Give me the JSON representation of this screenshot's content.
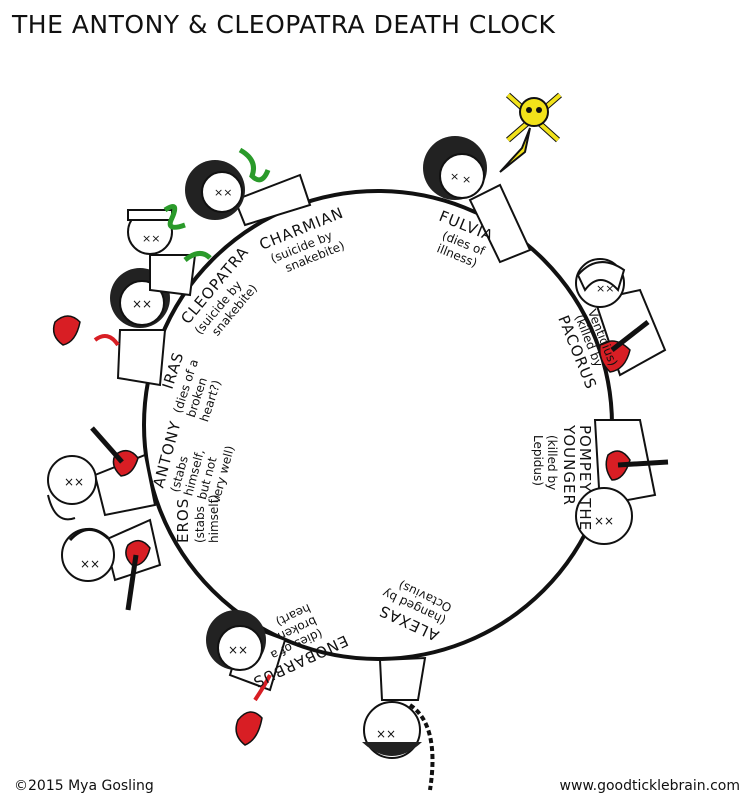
{
  "title": "THE ANTONY & CLEOPATRA DEATH CLOCK",
  "footer": {
    "copyright": "©2015 Mya Gosling",
    "website": "www.goodticklebrain.com"
  },
  "colors": {
    "blood": "#d81e24",
    "snake": "#2a9a2a",
    "poison": "#f2e21a",
    "ink": "#111111"
  },
  "characters": [
    {
      "name": "FULVIA",
      "death": [
        "(dies of",
        "illness)"
      ],
      "icon": "skull-crossbones-icon"
    },
    {
      "name": "PACORUS",
      "death": [
        "(killed by",
        "Ventidius)"
      ],
      "icon": "sword-icon"
    },
    {
      "name": "POMPEY THE",
      "name2": "YOUNGER",
      "death": [
        "(killed by",
        "Lepidus)"
      ],
      "icon": "sword-icon"
    },
    {
      "name": "ALEXAS",
      "death": [
        "(hanged by",
        "Octavius)"
      ],
      "icon": "noose-icon"
    },
    {
      "name": "ENOBARBUS",
      "death": [
        "(dies of a",
        "broken",
        "heart)"
      ],
      "icon": "broken-heart-icon"
    },
    {
      "name": "EROS",
      "death": [
        "(stabs",
        "himself)"
      ],
      "icon": "sword-icon"
    },
    {
      "name": "ANTONY",
      "death": [
        "(stabs",
        "himself,",
        "but not",
        "very well)"
      ],
      "icon": "sword-icon"
    },
    {
      "name": "IRAS",
      "death": [
        "(dies of a",
        "broken",
        "heart?)"
      ],
      "icon": "broken-heart-icon"
    },
    {
      "name": "CLEOPATRA",
      "death": [
        "(suicide by",
        "snakebite)"
      ],
      "icon": "snake-icon"
    },
    {
      "name": "CHARMIAN",
      "death": [
        "(suicide by",
        "snakebite)"
      ],
      "icon": "snake-icon"
    }
  ]
}
